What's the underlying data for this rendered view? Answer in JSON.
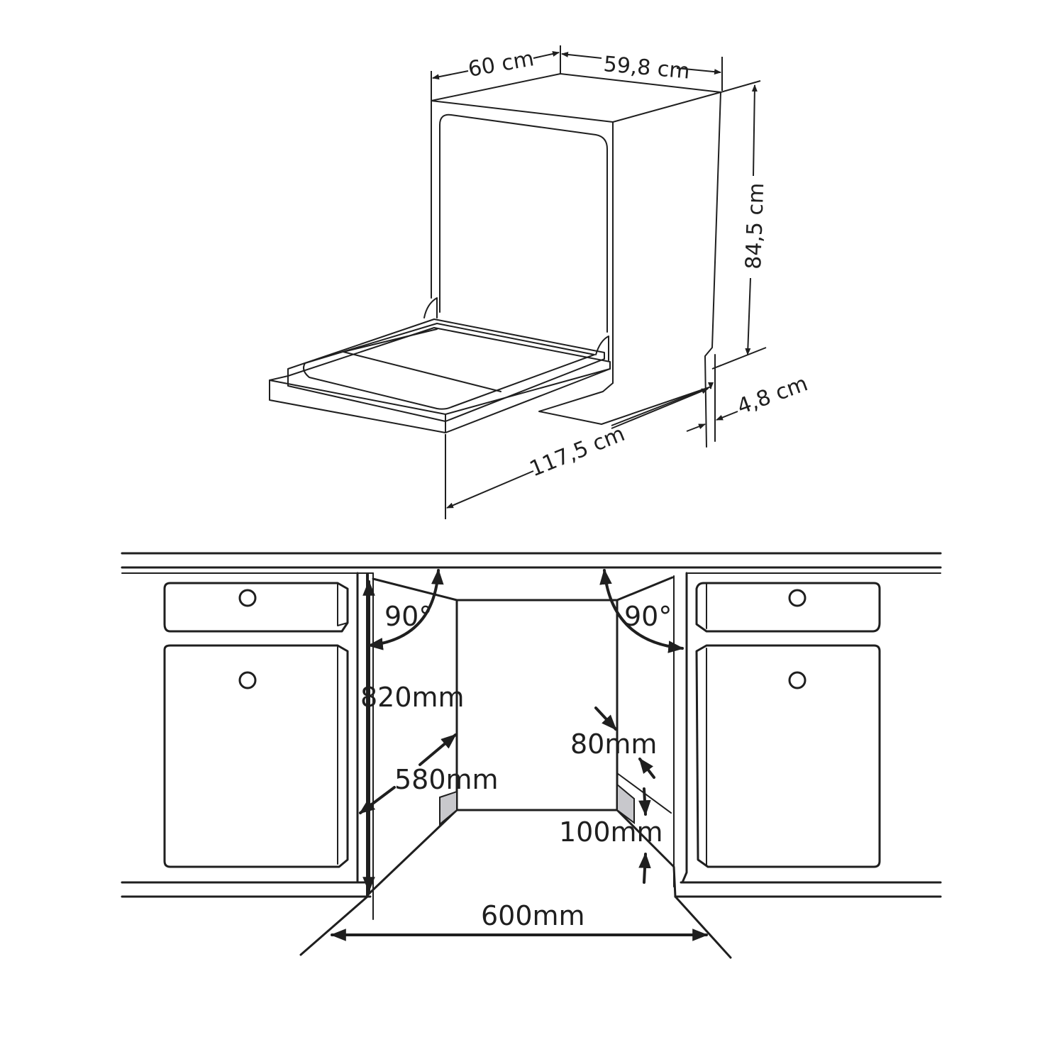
{
  "top_view": {
    "depth_label": "60 cm",
    "width_label": "59,8 cm",
    "height_label": "84,5 cm",
    "door_open_depth_label": "117,5 cm",
    "foot_label": "4,8 cm"
  },
  "installation_view": {
    "left_angle_label": "90°",
    "right_angle_label": "90°",
    "niche_height_label": "820mm",
    "niche_depth_label": "580mm",
    "upper_gap_label": "80mm",
    "lower_gap_label": "100mm",
    "niche_width_label": "600mm"
  },
  "colors": {
    "line": "#1f1f1f",
    "shade": "#c8c8cc",
    "background": "#ffffff"
  }
}
